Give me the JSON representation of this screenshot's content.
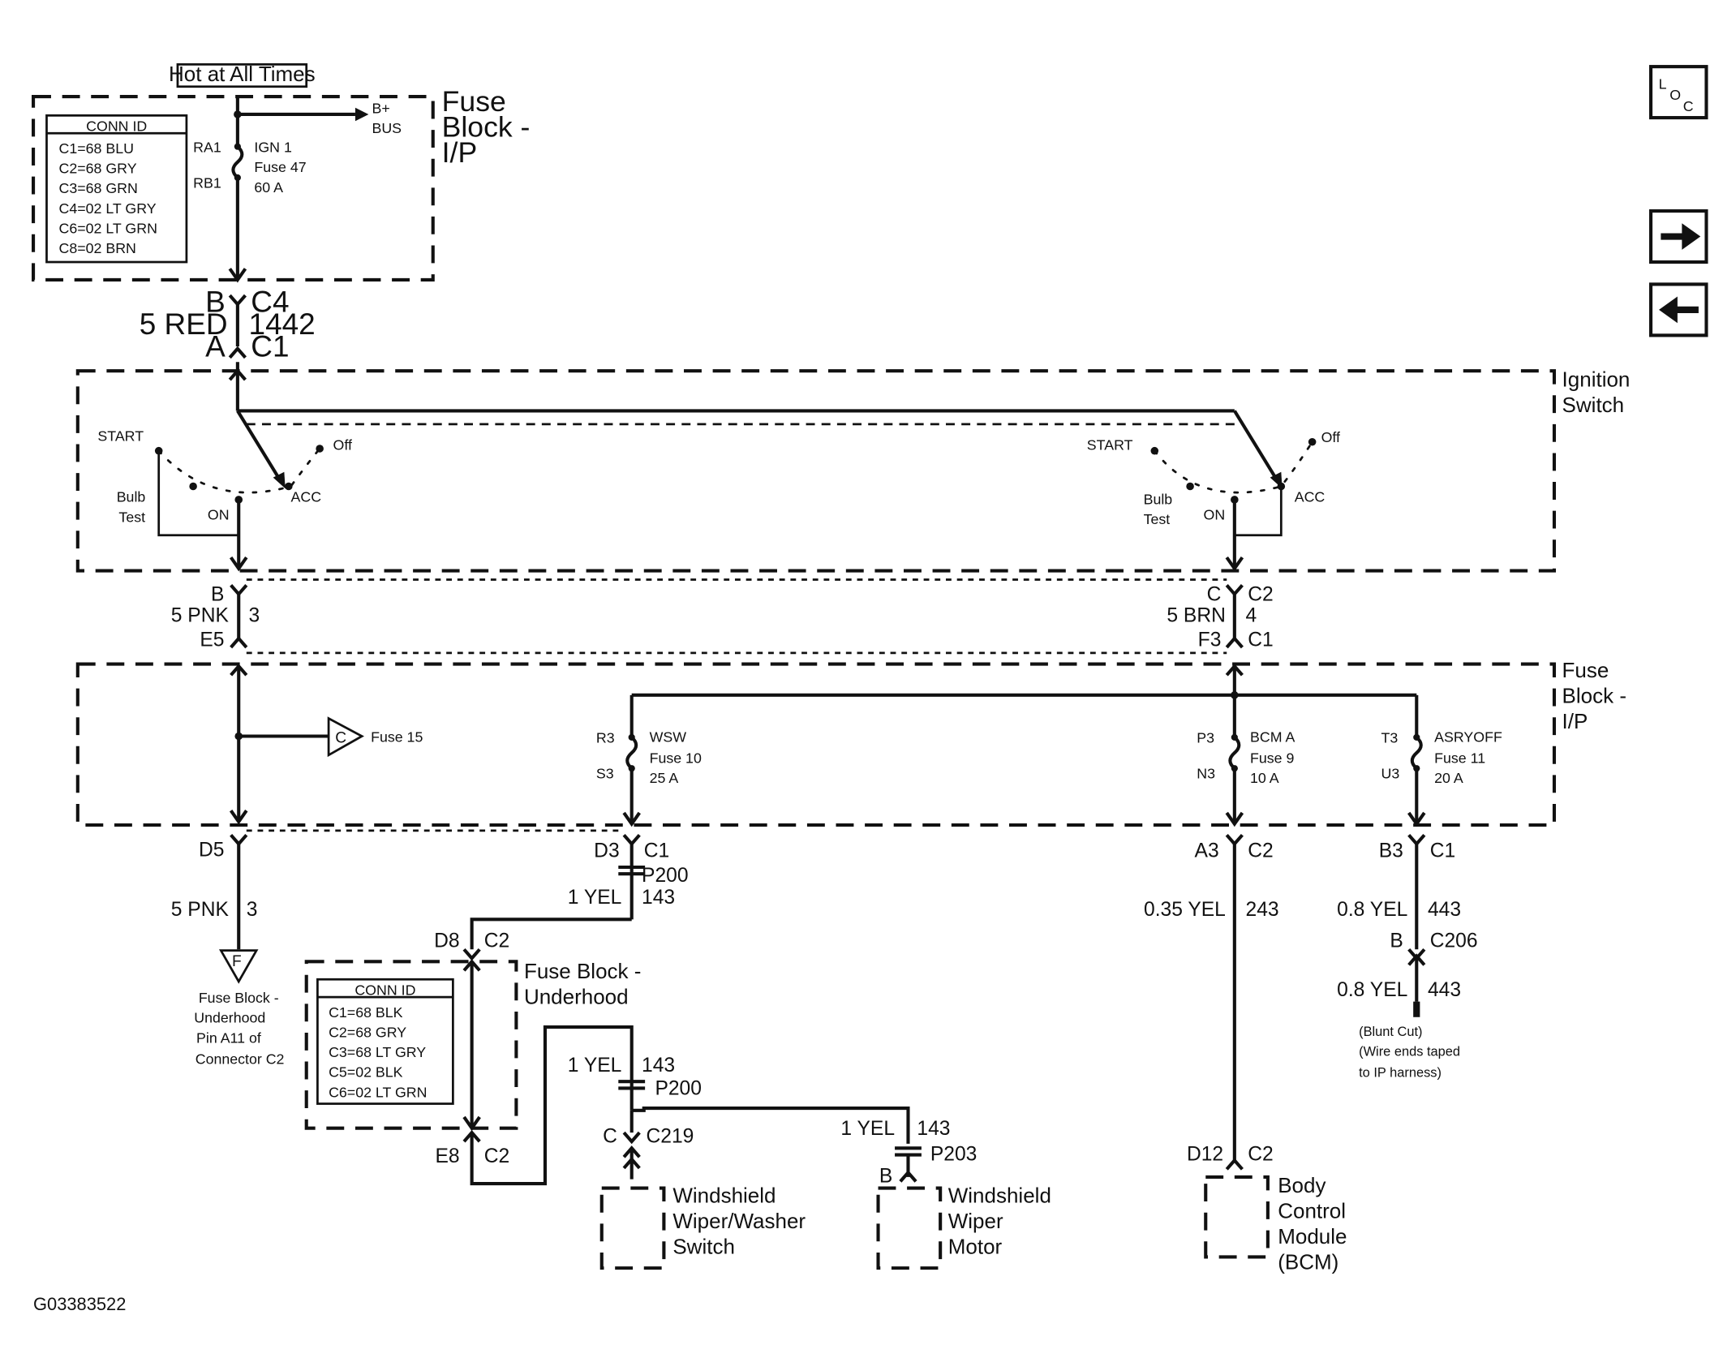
{
  "top_label": "Hot at All Times",
  "fuse_block_ip_top": {
    "title": [
      "Fuse",
      "Block -",
      "I/P"
    ],
    "conn_id_title": "CONN ID",
    "conn_ids": [
      "C1=68 BLU",
      "C2=68 GRY",
      "C3=68 GRN",
      "C4=02 LT GRY",
      "C6=02 LT GRN",
      "C8=02 BRN"
    ],
    "pin_top": "RA1",
    "pin_bottom": "RB1",
    "fuse_name": "IGN 1",
    "fuse_number": "Fuse 47",
    "fuse_rating": "60 A",
    "bus_label": [
      "B+",
      "BUS"
    ]
  },
  "wire_c4_c1": {
    "pin_top": "B",
    "conn_top": "C4",
    "wire": "5 RED",
    "circuit": "1442",
    "pin_bottom": "A",
    "conn_bottom": "C1"
  },
  "ignition_switch": {
    "title": [
      "Ignition",
      "Switch"
    ],
    "left": {
      "start": "START",
      "off": "Off",
      "acc": "ACC",
      "on": "ON",
      "bulb_test": [
        "Bulb",
        "Test"
      ]
    },
    "right": {
      "start": "START",
      "off": "Off",
      "acc": "ACC",
      "on": "ON",
      "bulb_test": [
        "Bulb",
        "Test"
      ]
    }
  },
  "wire_left_mid": {
    "pin_top": "B",
    "wire": "5 PNK",
    "circuit": "3",
    "pin_bottom": "E5"
  },
  "wire_right_mid": {
    "pin_top": "C",
    "conn_top": "C2",
    "wire": "5 BRN",
    "circuit": "4",
    "pin_bottom": "F3",
    "conn_bottom": "C1"
  },
  "fuse_block_ip_bottom": {
    "title": [
      "Fuse",
      "Block -",
      "I/P"
    ],
    "fuse15": {
      "ref": "C",
      "label": "Fuse 15"
    },
    "wsw": {
      "pin_top": "R3",
      "pin_bottom": "S3",
      "name": "WSW",
      "number": "Fuse 10",
      "rating": "25 A"
    },
    "bcm": {
      "pin_top": "P3",
      "pin_bottom": "N3",
      "name": "BCM A",
      "number": "Fuse 9",
      "rating": "10 A"
    },
    "asry": {
      "pin_top": "T3",
      "pin_bottom": "U3",
      "name": "ASRYOFF",
      "number": "Fuse 11",
      "rating": "20 A"
    }
  },
  "lower_left": {
    "pin": "D5",
    "wire": "5 PNK",
    "circuit": "3",
    "ref": "F",
    "note": [
      "Fuse Block -",
      "Underhood",
      "Pin A11 of",
      "Connector C2"
    ]
  },
  "wsw_path": {
    "pin_d3": "D3",
    "conn_c1": "C1",
    "splice_1": "P200",
    "wire_1": "1 YEL",
    "circuit_1": "143",
    "pin_d8": "D8",
    "conn_d8": "C2",
    "pin_e8": "E8",
    "conn_e8": "C2",
    "wire_2": "1 YEL",
    "circuit_2": "143",
    "splice_2": "P200",
    "pin_c": "C",
    "conn_c219": "C219",
    "wire_3": "1 YEL",
    "circuit_3": "143",
    "splice_3": "P203",
    "pin_b": "B"
  },
  "fuse_block_underhood": {
    "title": [
      "Fuse Block -",
      "Underhood"
    ],
    "conn_id_title": "CONN ID",
    "conn_ids": [
      "C1=68 BLK",
      "C2=68 GRY",
      "C3=68 LT GRY",
      "C5=02 BLK",
      "C6=02 LT GRN"
    ]
  },
  "components": {
    "washer_switch": [
      "Windshield",
      "Wiper/Washer",
      "Switch"
    ],
    "wiper_motor": [
      "Windshield",
      "Wiper",
      "Motor"
    ],
    "bcm": [
      "Body",
      "Control",
      "Module",
      "(BCM)"
    ]
  },
  "bcm_path": {
    "pin_a3": "A3",
    "conn_a3": "C2",
    "wire": "0.35 YEL",
    "circuit": "243",
    "pin_d12": "D12",
    "conn_d12": "C2"
  },
  "asry_path": {
    "pin_b3": "B3",
    "conn_b3": "C1",
    "wire_1": "0.8 YEL",
    "circuit_1": "443",
    "pin_b": "B",
    "conn_c206": "C206",
    "wire_2": "0.8 YEL",
    "circuit_2": "443",
    "note": [
      "(Blunt Cut)",
      "(Wire ends taped",
      "to IP harness)"
    ]
  },
  "figure_id": "G03383522",
  "nav": {
    "loc_main": "L",
    "loc_o": "O",
    "loc_c": "C",
    "forward_icon": "arrow-right-icon",
    "back_icon": "arrow-left-icon"
  }
}
